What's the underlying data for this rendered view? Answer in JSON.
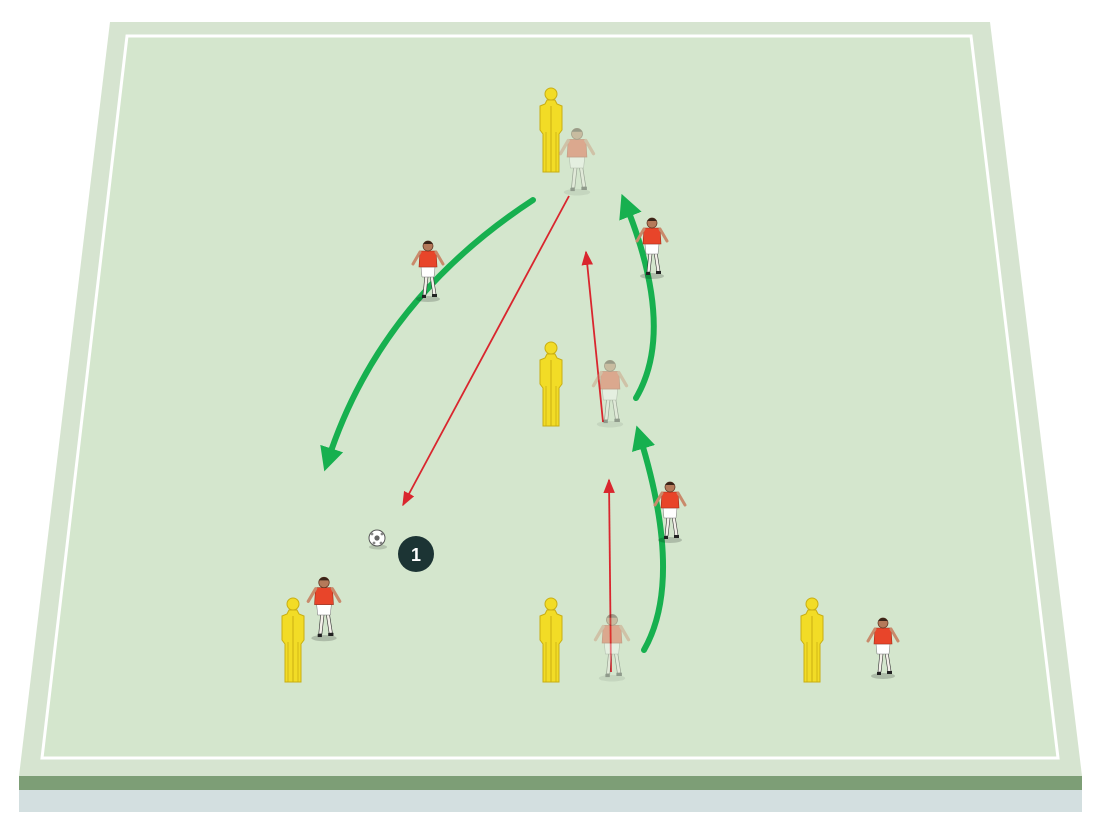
{
  "diagram": {
    "step_badges": [
      {
        "label": "1"
      }
    ],
    "colors": {
      "pitch_outer": "#d6e4d0",
      "pitch_inner": "#d4e6cd",
      "pitch_lines": "#ffffff",
      "pitch_edge_dark": "#7d9e76",
      "pitch_edge_light": "#d3dfe0",
      "run_arrow": "#17b04f",
      "pass_arrow": "#d9262e",
      "mannequin": "#f2dc26",
      "mannequin_stroke": "#c9ae12",
      "shirt": "#e8452a",
      "badge": "#1c3434"
    },
    "elements": {
      "mannequins": [
        "mannequin",
        "mannequin",
        "mannequin",
        "mannequin",
        "mannequin"
      ],
      "players": [
        "player",
        "player",
        "player",
        "player",
        "player",
        "player",
        "player",
        "player"
      ],
      "ghost_players": [
        "previous-position",
        "previous-position",
        "previous-position"
      ],
      "ball": "football-icon"
    }
  }
}
